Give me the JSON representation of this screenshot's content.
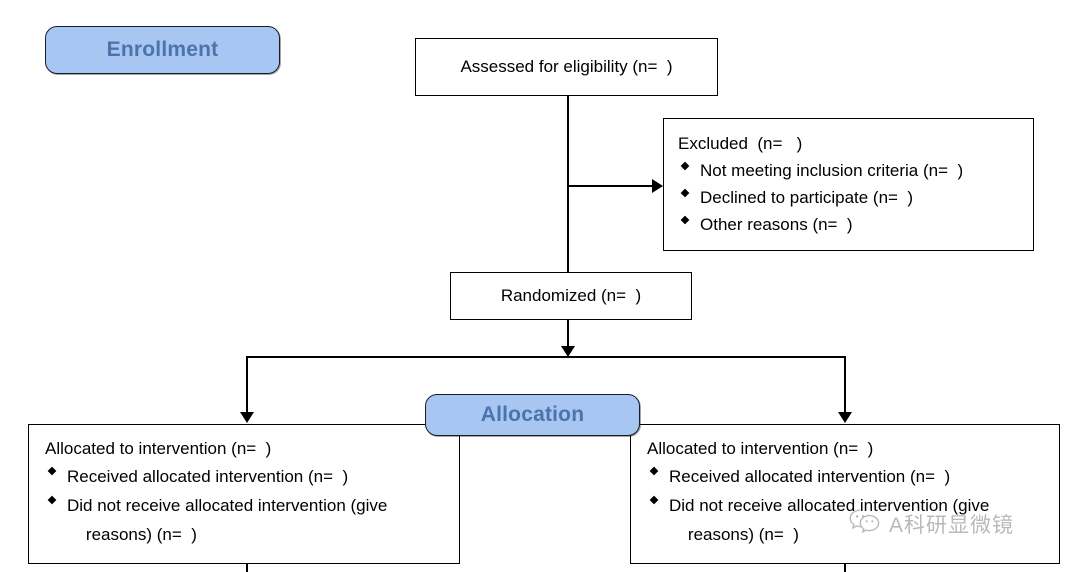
{
  "diagram": {
    "title": "CONSORT participant flow diagram",
    "accent_blue": "#a8c6f2",
    "banner_text_color": "#4c74ab",
    "line_color": "#000000"
  },
  "stages": {
    "enrollment": "Enrollment",
    "allocation": "Allocation"
  },
  "boxes": {
    "assessed": {
      "text": "Assessed for eligibility (n=  )"
    },
    "excluded": {
      "title": "Excluded  (n=   )",
      "items": [
        "Not meeting inclusion criteria (n=  )",
        "Declined to participate (n=  )",
        "Other reasons (n=  )"
      ]
    },
    "randomized": {
      "text": "Randomized (n=  )"
    },
    "allocated_left": {
      "title": "Allocated to intervention (n=  )",
      "items": [
        "Received allocated intervention (n=  )",
        "Did not receive allocated intervention (give\n    reasons) (n=  )"
      ]
    },
    "allocated_right": {
      "title": "Allocated to intervention (n=  )",
      "items": [
        "Received allocated intervention (n=  )",
        "Did not receive allocated intervention (give\n    reasons) (n=  )"
      ]
    }
  },
  "watermark": {
    "text": "A科研显微镜",
    "icon": "wechat-icon"
  }
}
